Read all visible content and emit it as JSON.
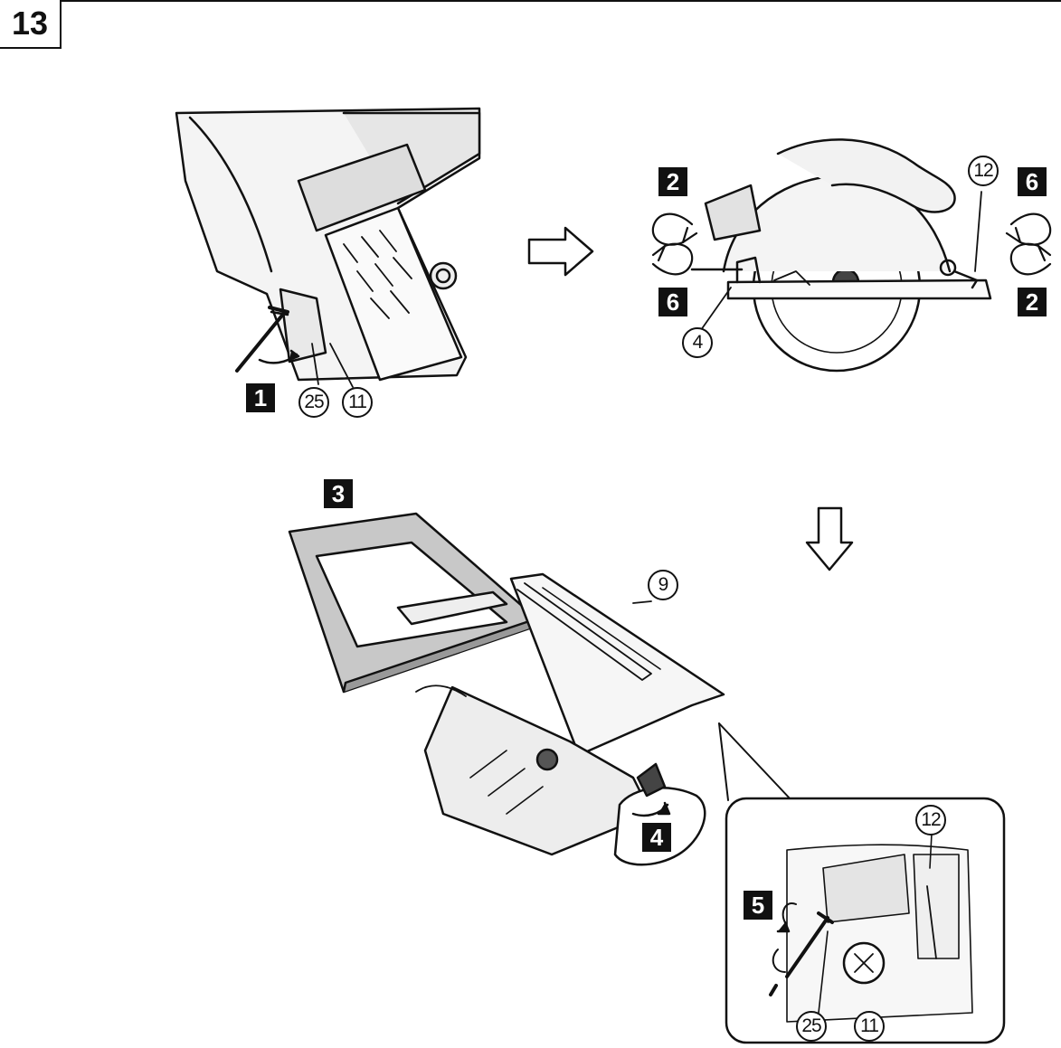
{
  "figure_number": "13",
  "steps": {
    "s1": "1",
    "s2a": "2",
    "s2b": "2",
    "s3": "3",
    "s4": "4",
    "s5": "5",
    "s6a": "6",
    "s6b": "6"
  },
  "callouts": {
    "c4": "4",
    "c9": "9",
    "c11a": "11",
    "c11b": "11",
    "c12a": "12",
    "c12b": "12",
    "c25a": "25",
    "c25b": "25"
  },
  "colors": {
    "line": "#111111",
    "fill_gray": "#c8c8c8",
    "dark": "#2a2a2a"
  }
}
